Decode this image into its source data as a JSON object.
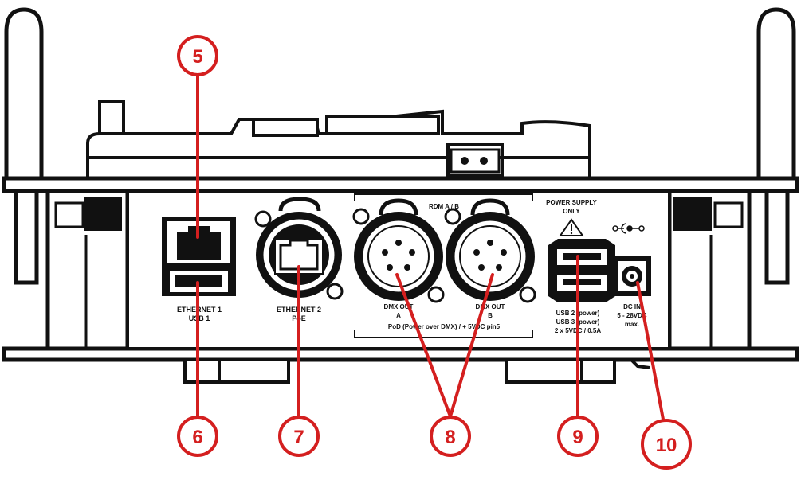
{
  "colors": {
    "callout": "#d41f1f",
    "outline": "#111111",
    "body": "#ffffff"
  },
  "panel": {
    "rdm_label": "RDM A / B",
    "power_supply_line1": "POWER SUPPLY",
    "power_supply_line2": "ONLY",
    "eth1_line1": "ETHERNET 1",
    "eth1_line2": "USB 1",
    "eth2_line1": "ETHERNET 2",
    "eth2_line2": "PoE",
    "dmx_a_line1": "DMX OUT",
    "dmx_a_line2": "A",
    "dmx_b_line1": "DMX OUT",
    "dmx_b_line2": "B",
    "pod_label": "PoD  (Power over DMX)  / + 5VDC  pin5",
    "usb_line1": "USB 2  (power)",
    "usb_line2": "USB 3  (power)",
    "usb_line3": "2 x 5VDC / 0.5A",
    "dc_line1": "DC IN",
    "dc_line2": "5 - 28VDC",
    "dc_line3": "max."
  },
  "callouts": [
    "5",
    "6",
    "7",
    "8",
    "9",
    "10"
  ]
}
